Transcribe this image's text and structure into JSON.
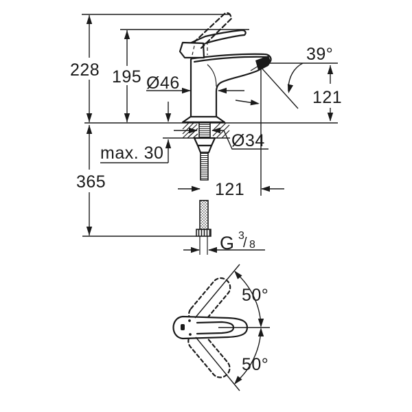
{
  "drawing": {
    "background": "#ffffff",
    "line_color": "#1a1a1a",
    "subject": "single-lever basin mixer faucet — side elevation with mounting detail and top swivel view",
    "labels": {
      "overall_height": "228",
      "height_to_lever": "195",
      "body_diameter": "Ø46",
      "aerator_angle": "39°",
      "spout_height": "121",
      "max_mounting_thickness": "max. 30",
      "hole_diameter": "Ø34",
      "depth_below_deck": "365",
      "spout_projection": "121",
      "thread_letter": "G",
      "thread_numerator": "3",
      "thread_divider": "/",
      "thread_denominator": "8",
      "swivel_angle_up": "50°",
      "swivel_angle_down": "50°"
    }
  }
}
